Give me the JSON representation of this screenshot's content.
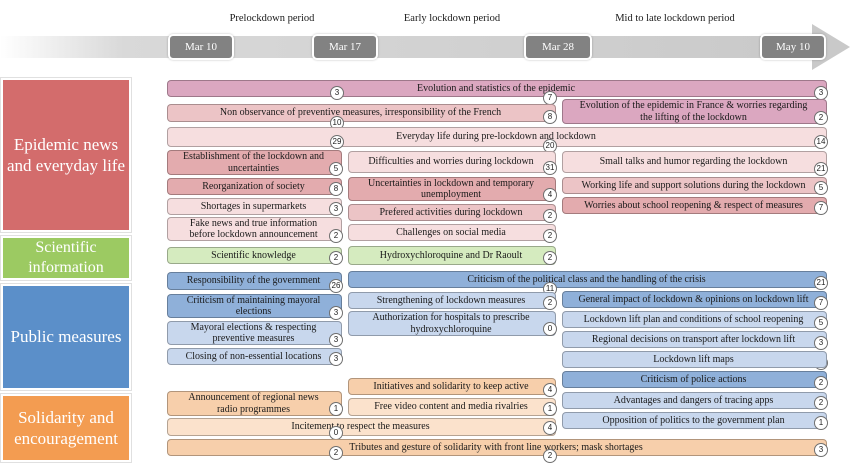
{
  "periods": [
    "Prelockdown period",
    "Early lockdown period",
    "Mid to late lockdown period"
  ],
  "dates": [
    "Mar 10",
    "Mar 17",
    "Mar 28",
    "May 10"
  ],
  "categories": [
    {
      "label": "Epidemic news and everyday life",
      "color": "#d36c6c"
    },
    {
      "label": "Scientific information",
      "color": "#9cca62"
    },
    {
      "label": "Public measures",
      "color": "#5b8fc9"
    },
    {
      "label": "Solidarity and encouragement",
      "color": "#f39c51"
    }
  ],
  "topics": [
    {
      "label": "Evolution and statistics of the epidemic",
      "counts": [
        "3",
        "7",
        "3"
      ]
    },
    {
      "label": "Non observance of preventive measures, irresponsibility of the French",
      "counts": [
        "10",
        "8"
      ]
    },
    {
      "label": "Evolution of the epidemic in France & worries regarding the lifting of the lockdown",
      "counts": [
        "2"
      ]
    },
    {
      "label": "Everyday life during pre-lockdown and lockdown",
      "counts": [
        "29",
        "20",
        "14"
      ]
    },
    {
      "label": "Establishment of the lockdown and uncertainties",
      "counts": [
        "5"
      ]
    },
    {
      "label": "Reorganization of society",
      "counts": [
        "8"
      ]
    },
    {
      "label": "Shortages in supermarkets",
      "counts": [
        "3"
      ]
    },
    {
      "label": "Fake news and true information before lockdown announcement",
      "counts": [
        "2"
      ]
    },
    {
      "label": "Difficulties and worries during lockdown",
      "counts": [
        "31"
      ]
    },
    {
      "label": "Uncertainties in lockdown and temporary unemployment",
      "counts": [
        "4"
      ]
    },
    {
      "label": "Prefered activities during lockdown",
      "counts": [
        "2"
      ]
    },
    {
      "label": "Challenges on social media",
      "counts": [
        "2"
      ]
    },
    {
      "label": "Small talks and humor regarding the lockdown",
      "counts": [
        "21"
      ]
    },
    {
      "label": "Working life and support solutions during the lockdown",
      "counts": [
        "5"
      ]
    },
    {
      "label": "Worries about school reopening & respect of measures",
      "counts": [
        "7"
      ]
    },
    {
      "label": "Scientific knowledge",
      "counts": [
        "2"
      ]
    },
    {
      "label": "Hydroxychloroquine and Dr Raoult",
      "counts": [
        "2"
      ]
    },
    {
      "label": "Responsibility of the government",
      "counts": [
        "26"
      ]
    },
    {
      "label": "Criticism of maintaining mayoral elections",
      "counts": [
        "3"
      ]
    },
    {
      "label": "Mayoral elections & respecting preventive measures",
      "counts": [
        "3"
      ]
    },
    {
      "label": "Closing of non-essential locations",
      "counts": [
        "3"
      ]
    },
    {
      "label": "Criticism of the political class and the handling of the crisis",
      "counts": [
        "11",
        "21"
      ]
    },
    {
      "label": "Strengthening of lockdown measures",
      "counts": [
        "2"
      ]
    },
    {
      "label": "Authorization for hospitals to prescribe hydroxychloroquine",
      "counts": [
        "0"
      ]
    },
    {
      "label": "General impact of lockdown & opinions on lockdown lift",
      "counts": [
        "7"
      ]
    },
    {
      "label": "Lockdown lift plan and conditions of school reopening",
      "counts": [
        "5"
      ]
    },
    {
      "label": "Regional decisions on transport after lockdown lift",
      "counts": [
        "3"
      ]
    },
    {
      "label": "Lockdown lift maps",
      "counts": [
        "3"
      ]
    },
    {
      "label": "Criticism of police actions",
      "counts": [
        "2"
      ]
    },
    {
      "label": "Initiatives and solidarity to keep active",
      "counts": [
        "4"
      ]
    },
    {
      "label": "Announcement of regional news radio programmes",
      "counts": [
        "1"
      ]
    },
    {
      "label": "Free video content and media rivalries",
      "counts": [
        "1"
      ]
    },
    {
      "label": "Advantages and dangers of tracing apps",
      "counts": [
        "2"
      ]
    },
    {
      "label": "Incitement to respect the measures",
      "counts": [
        "0",
        "4"
      ]
    },
    {
      "label": "Opposition of politics to the government plan",
      "counts": [
        "1"
      ]
    },
    {
      "label": "Tributes and gesture of solidarity with front line workers; mask shortages",
      "counts": [
        "2",
        "2",
        "3"
      ]
    }
  ]
}
